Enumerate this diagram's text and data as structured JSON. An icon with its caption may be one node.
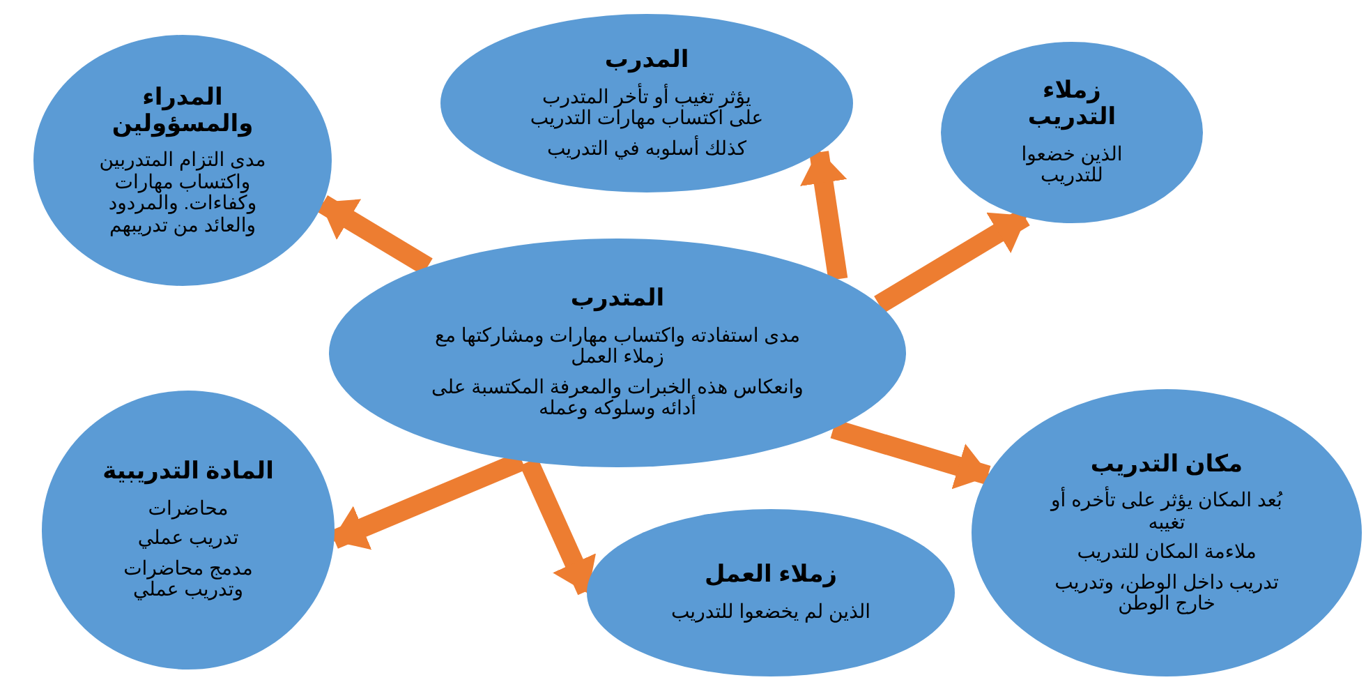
{
  "diagram": {
    "nodes": [
      {
        "text": [
          "المدراء والمسؤولين",
          "مدى التزام المتدربين واكتساب مهارات وكفاءات. والمردود والعائد من تدريبهم"
        ]
      },
      {
        "text": [
          "المدرب",
          "يؤثر تغيب أو تأخر المتدرب على اكتساب مهارات التدريب",
          "كذلك أسلوبه في التدريب"
        ]
      },
      {
        "text": [
          "زملاء التدريب",
          "الذين خضعوا للتدريب"
        ]
      },
      {
        "text": [
          "المتدرب",
          "مدى استفادته واكتساب مهارات ومشاركتها مع زملاء العمل",
          "وانعكاس هذه الخبرات والمعرفة المكتسبة على أدائه وسلوكه وعمله"
        ]
      },
      {
        "text": [
          "المادة التدريبية",
          "محاضرات",
          "تدريب عملي",
          "مدمج محاضرات وتدريب عملي"
        ]
      },
      {
        "text": [
          "مكان التدريب",
          "بُعد المكان يؤثر على تأخره أو تغيبه",
          "ملاءمة المكان للتدريب",
          "تدريب داخل الوطن، وتدريب خارج الوطن"
        ]
      },
      {
        "text": [
          "زملاء العمل",
          "الذين لم يخضعوا للتدريب"
        ]
      }
    ],
    "edges": [
      {
        "from": 3,
        "to": 0,
        "arrow": "to"
      },
      {
        "from": 3,
        "to": 1,
        "arrow": "to"
      },
      {
        "from": 3,
        "to": 2,
        "arrow": "to"
      },
      {
        "from": 3,
        "to": 4,
        "arrow": "to"
      },
      {
        "from": 3,
        "to": 6,
        "arrow": "to"
      },
      {
        "from": 3,
        "to": 5,
        "arrow": "to"
      }
    ]
  }
}
